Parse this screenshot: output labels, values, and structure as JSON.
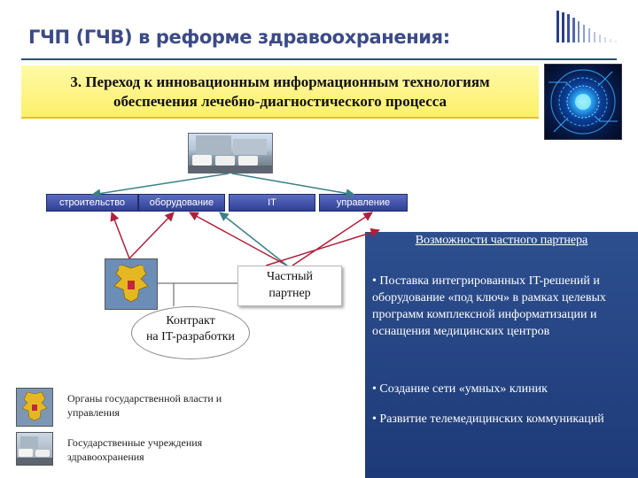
{
  "header": {
    "title": "ГЧП (ГЧВ) в реформе здравоохранения:"
  },
  "heading": {
    "line1": "3. Переход к инновационным информационным технологиям",
    "line2": "обеспечения лечебно-диагностического процесса"
  },
  "boxes": {
    "build": "строительство",
    "equipment": "оборудование",
    "it": "IT",
    "management": "управление"
  },
  "center": {
    "partner_line1": "Частный",
    "partner_line2": "партнер",
    "contract_line1": "Контракт",
    "contract_line2": "на IT-разработки"
  },
  "panel": {
    "title": "Возможности частного партнера",
    "items": [
      "• Поставка интегрированных IT-решений и оборудование «под ключ» в рамках целевых программ комплексной информатизации и оснащения медицинских центров",
      "• Создание сети «умных» клиник",
      "• Развитие телемедицинских коммуникаций"
    ]
  },
  "legend": {
    "items": [
      "Органы государственной власти и управления",
      "Государственные учреждения здравоохранения"
    ]
  },
  "colors": {
    "title": "#3c4b86",
    "heading_bg": "#fdf06a",
    "box": "#3a4aa0",
    "panel": "#2a4a8c",
    "arrow_red": "#b0203a",
    "arrow_teal": "#3a7f86"
  }
}
